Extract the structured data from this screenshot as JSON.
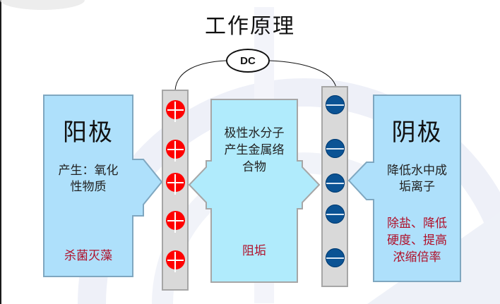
{
  "title": "工作原理",
  "power_source": {
    "label": "DC"
  },
  "anode_box": {
    "title": "阳极",
    "body": "产生：氧化\n性物质",
    "effect": "杀菌灭藻"
  },
  "middle_box": {
    "body": "极性水分子\n产生金属络\n合物",
    "effect": "阻垢"
  },
  "cathode_box": {
    "title": "阴极",
    "body": "降低水中成\n垢离子",
    "effect": "除盐、降低\n硬度、提高\n浓缩倍率"
  },
  "anode_electrode": {
    "ion_type": "positive",
    "ion_count": 5
  },
  "cathode_electrode": {
    "ion_type": "negative",
    "ion_count": 5
  },
  "colors": {
    "box_fill": "#aee0fb",
    "middle_fill": "#b0ebfc",
    "box_border": "#7fa7c0",
    "electrode_fill": "#d9d9d9",
    "positive_ion": "#ff0000",
    "negative_ion": "#0b5394",
    "effect_text": "#b0102a"
  }
}
